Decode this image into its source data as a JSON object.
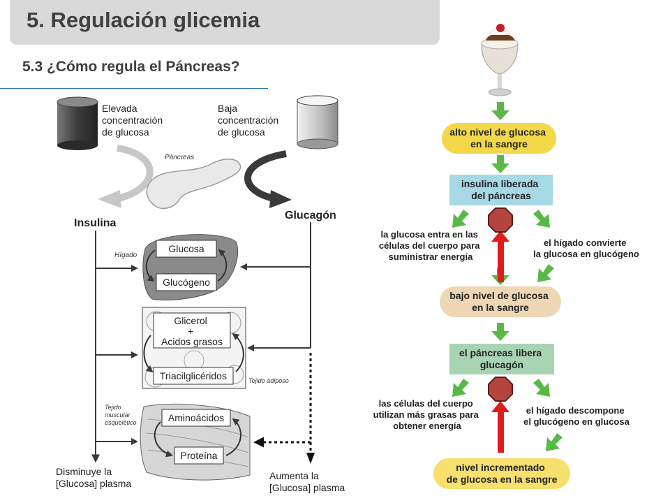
{
  "slide": {
    "title": "5. Regulación glicemia",
    "subtitle": "5.3 ¿Cómo regula el Páncreas?"
  },
  "left_diagram": {
    "high_glucose": [
      "Elevada",
      "concentración",
      "de glucosa"
    ],
    "low_glucose": [
      "Baja",
      "concentración",
      "de glucosa"
    ],
    "pancreas": "Páncreas",
    "insulina": "Insulina",
    "glucagon": "Glucagón",
    "liver_tissue": "Hígado",
    "liver_box1": "Glucosa",
    "liver_box2": "Glucógeno",
    "fat_box1": [
      "Glicerol",
      "+",
      "Acidos grasos"
    ],
    "fat_box2": "Triacilglicéridos",
    "fat_tissue": "Tejido adiposo",
    "muscle_tissue": [
      "Tejido",
      "muscular",
      "esquelético"
    ],
    "muscle_box1": "Aminoácidos",
    "muscle_box2": "Proteína",
    "decrease": [
      "Disminuye la",
      "[Glucosa] plasma"
    ],
    "increase": [
      "Aumenta la",
      "[Glucosa] plasma"
    ]
  },
  "right_diagram": {
    "step1": [
      "alto nivel de glucosa",
      "en la sangre"
    ],
    "step2": [
      "insulina liberada",
      "del páncreas"
    ],
    "left_effect1": [
      "la glucosa entra en las",
      "células del cuerpo para",
      "suministrar energía"
    ],
    "right_effect1": [
      "el hígado convierte",
      "la glucosa en glucógeno"
    ],
    "step3": [
      "bajo nivel de glucosa",
      "en la sangre"
    ],
    "step4": [
      "el páncreas libera",
      "glucagón"
    ],
    "left_effect2": [
      "las células del cuerpo",
      "utilizan más grasas para",
      "obtener energía"
    ],
    "right_effect2": [
      "el hígado descompone",
      "el glucógeno en glucosa"
    ],
    "step5": [
      "nivel incrementado",
      "de glucosa en la sangre"
    ]
  },
  "colors": {
    "yellow_pill": "#f3d84a",
    "blue_box": "#a6d8e6",
    "tan_pill": "#efd7b5",
    "green_box": "#a8d4b4",
    "green_arrow": "#58b947",
    "red_arrow": "#e01b1b",
    "stop_sign": "#b4453e"
  }
}
